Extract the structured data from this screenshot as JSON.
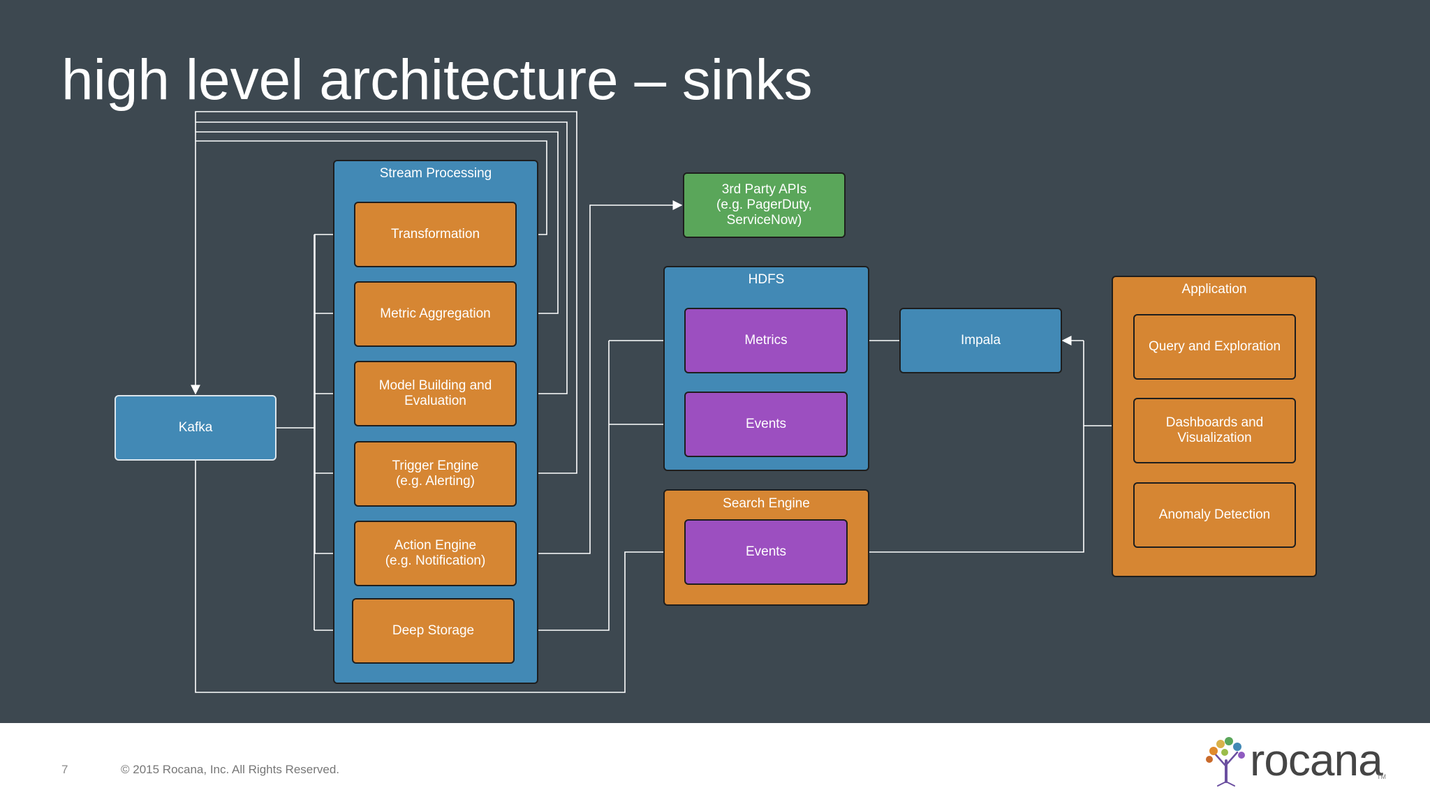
{
  "slide": {
    "title": "high level architecture – sinks",
    "page_number": "7",
    "copyright": "© 2015 Rocana, Inc. All Rights Reserved.",
    "logo": {
      "text": "rocana",
      "tm": "TM"
    }
  },
  "colors": {
    "background": "#3d4850",
    "blue": "#4289b5",
    "orange": "#d68633",
    "purple": "#9c4fc0",
    "green": "#5aa65a",
    "connector": "#ffffff"
  },
  "diagram": {
    "kafka": "Kafka",
    "stream_processing": {
      "label": "Stream Processing",
      "transformation": "Transformation",
      "metric_aggregation": "Metric Aggregation",
      "model_building": "Model Building and\nEvaluation",
      "trigger_engine": "Trigger Engine\n(e.g. Alerting)",
      "action_engine": "Action Engine\n(e.g. Notification)",
      "deep_storage": "Deep Storage"
    },
    "third_party_apis": "3rd Party APIs\n(e.g. PagerDuty,\nServiceNow)",
    "hdfs": {
      "label": "HDFS",
      "metrics": "Metrics",
      "events": "Events"
    },
    "search_engine": {
      "label": "Search Engine",
      "events": "Events"
    },
    "impala": "Impala",
    "application": {
      "label": "Application",
      "query": "Query and Exploration",
      "dashboards": "Dashboards and\nVisualization",
      "anomaly": "Anomaly Detection"
    }
  }
}
